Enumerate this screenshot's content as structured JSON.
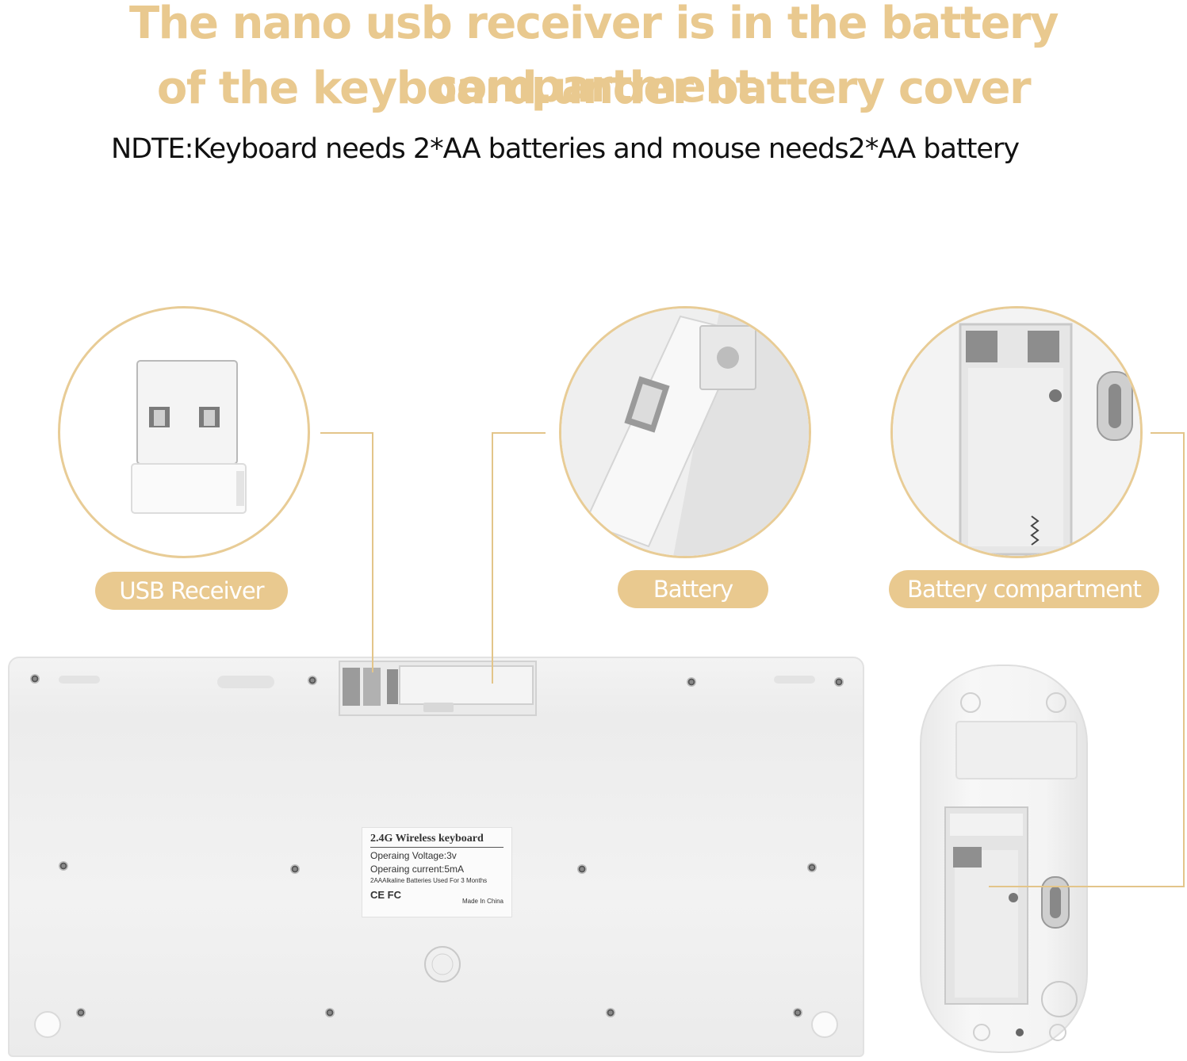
{
  "headline": {
    "line1": "The nano usb receiver is in the battery compartment",
    "line2": "of the keyboard.under battery cover"
  },
  "note": "NDTE:Keyboard needs 2*AA batteries and mouse needs2*AA battery",
  "callouts": [
    {
      "label": "USB Receiver"
    },
    {
      "label": "Battery"
    },
    {
      "label": "Battery compartment"
    }
  ],
  "keyboard_label": {
    "title": "2.4G Wireless keyboard",
    "voltage": "Operaing Voltage:3v",
    "current": "Operaing  current:5mA",
    "batteries": "2AAAlkaline Batteries Used For 3 Months",
    "marks": "CE FC",
    "origin": "Made In China"
  },
  "colors": {
    "accent": "#e9c98f",
    "circle_border": "#e8cc96",
    "line": "#e3c58a"
  }
}
